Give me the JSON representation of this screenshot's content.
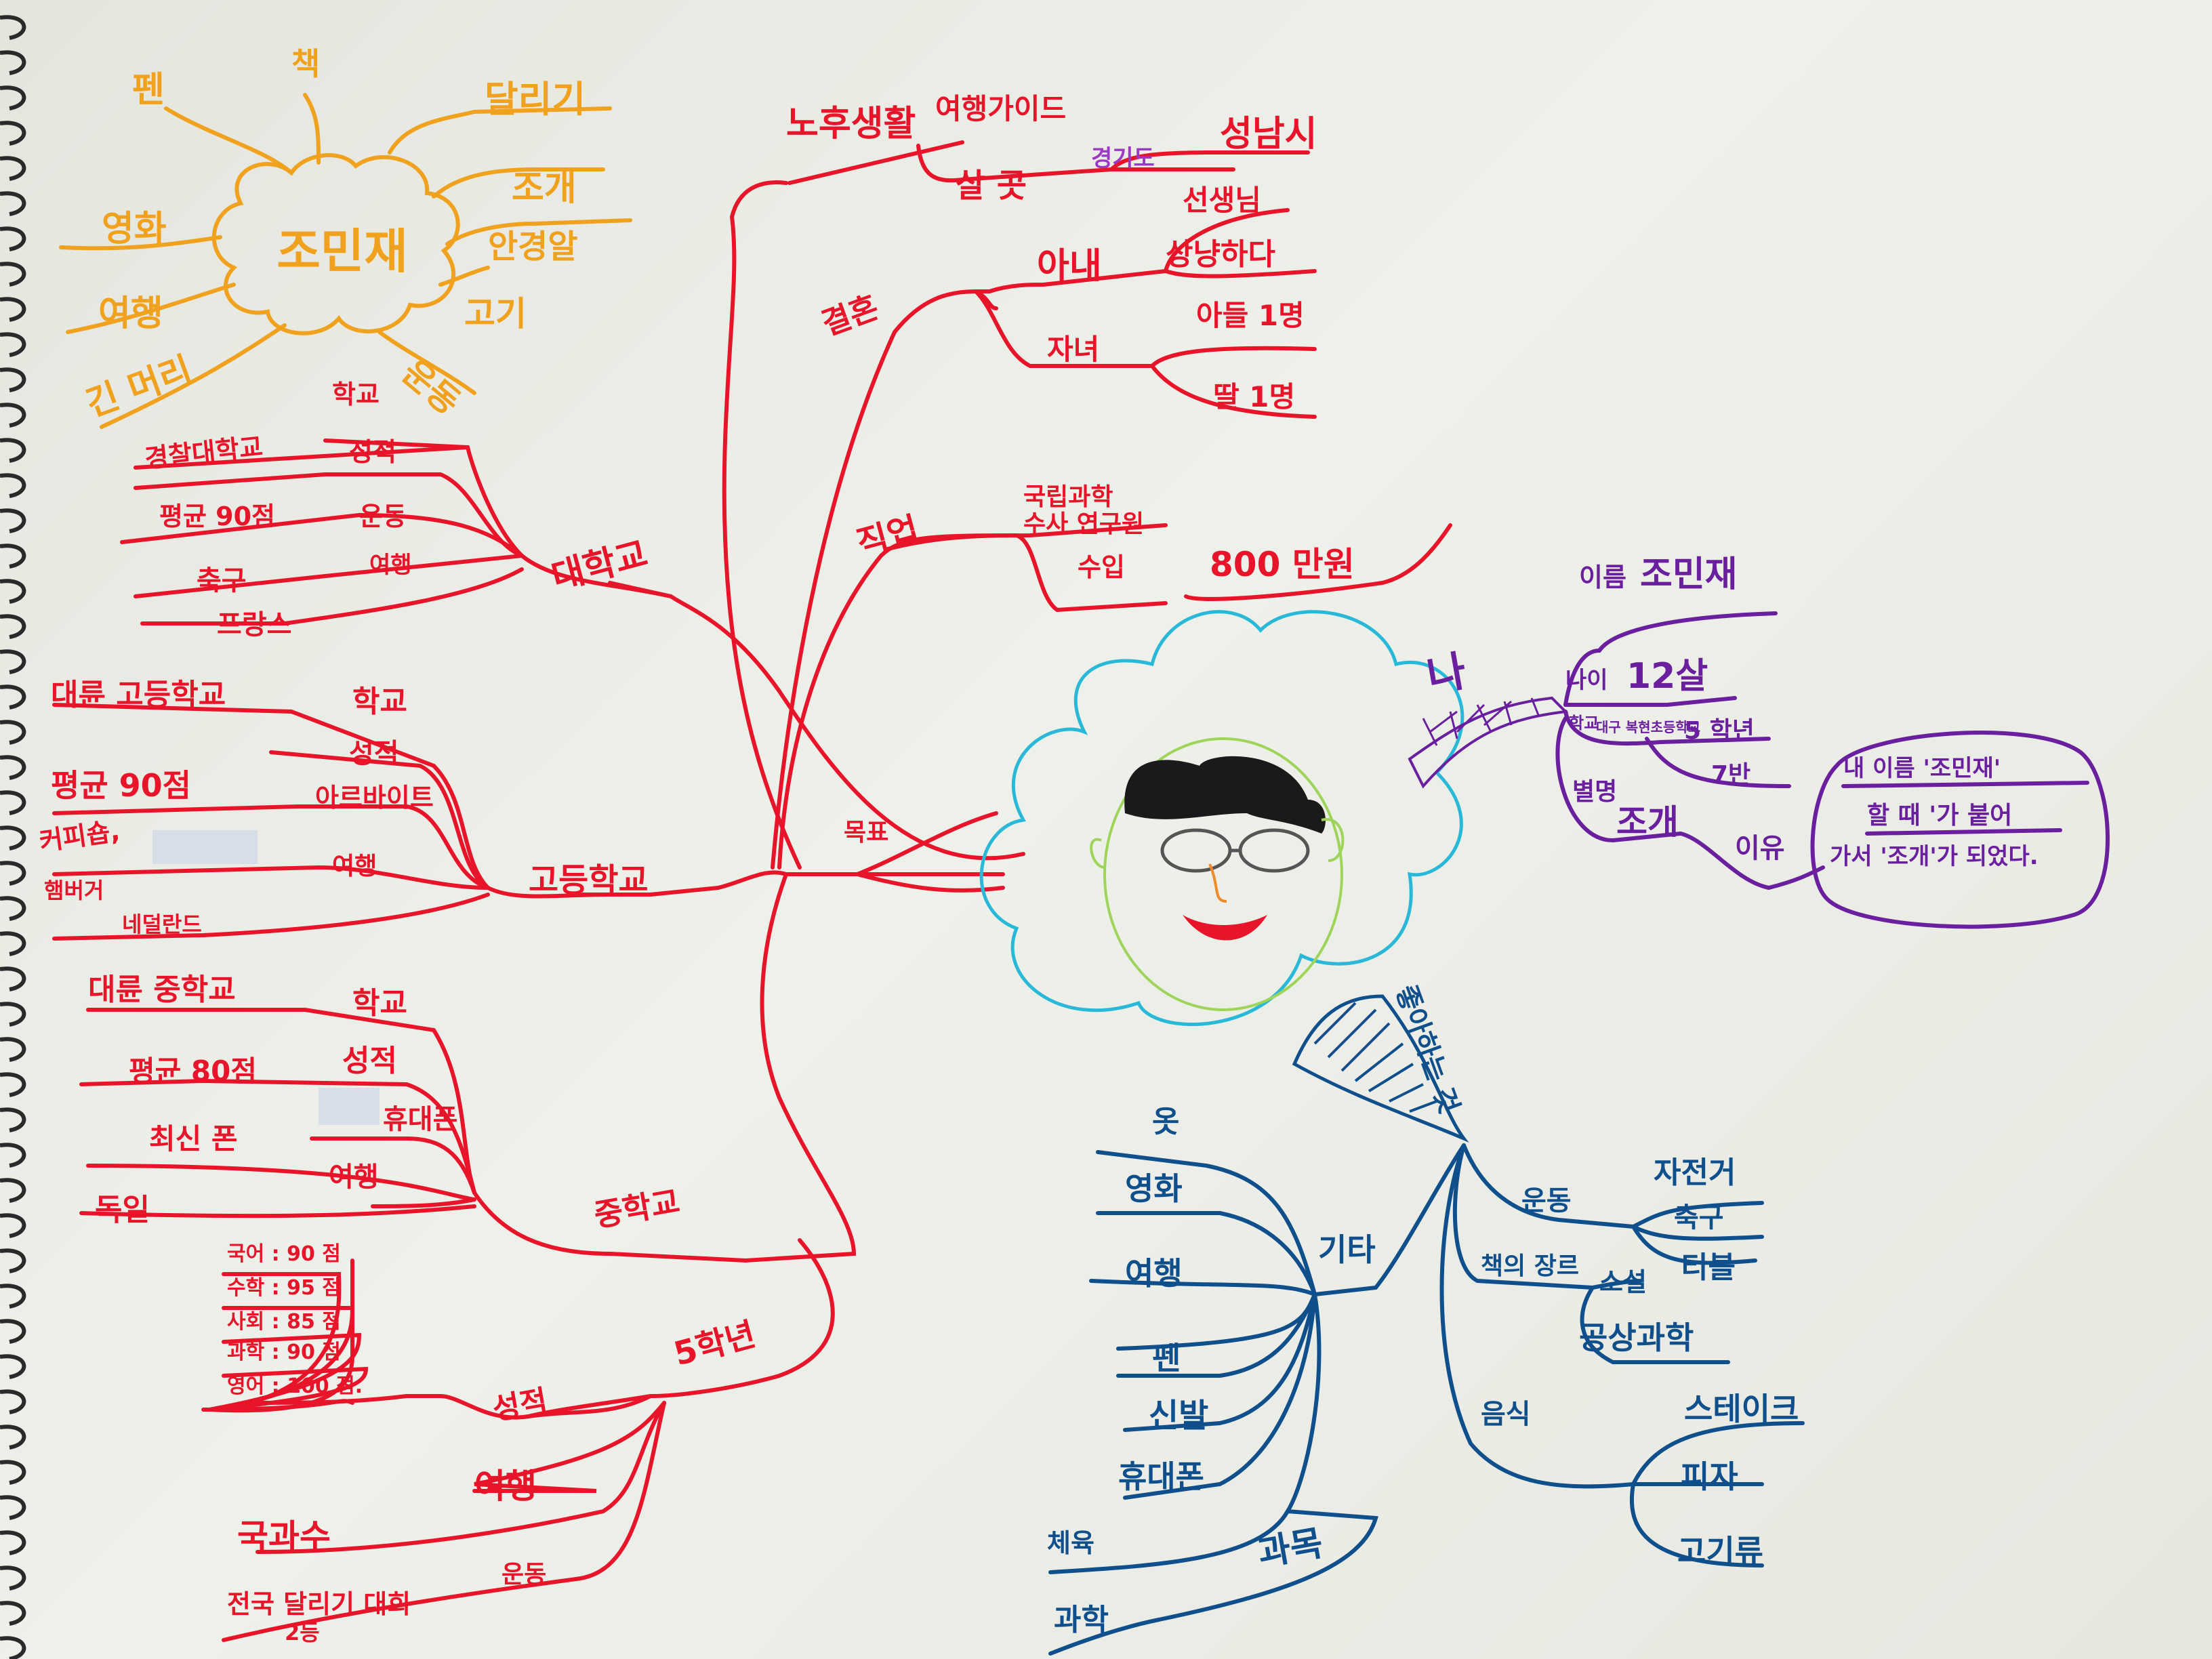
{
  "colors": {
    "paper": "#e9ebe4",
    "self_branch": "#f0a21e",
    "future_branch": "#e8152a",
    "likes_branch": "#0f4f8c",
    "profile_branch": "#6a1f9e",
    "face_cloud": "#2ab8d8"
  },
  "self_cloud": {
    "center": "조민재",
    "items": [
      "펜",
      "책",
      "달리기",
      "조개",
      "안경알",
      "고기",
      "운동",
      "긴 머리",
      "여행",
      "영화"
    ]
  },
  "future": {
    "retirement": {
      "label": "노후생활",
      "job": "여행가이드",
      "live": "살 곳",
      "province": "경기도",
      "city": "성남시"
    },
    "marriage": {
      "label": "결혼",
      "wife": "아내",
      "wife_job": "선생님",
      "wife_trait": "상냥하다",
      "kids": "자녀",
      "son": "아들 1명",
      "daughter": "딸 1명"
    },
    "job": {
      "label": "직업",
      "job_line1": "국립과학",
      "job_line2": "수사 연구원",
      "income": "수입",
      "amount": "800 만원"
    },
    "goal": "목표",
    "university": {
      "label": "대학교",
      "school_label": "학교",
      "school": "경찰대학교",
      "grade_label": "성적",
      "grade": "평균 90점",
      "sport_label": "운동",
      "sport": "축구",
      "travel_label": "여행",
      "travel": "프랑스"
    },
    "high": {
      "label": "고등학교",
      "school_label": "학교",
      "school": "대륜 고등학교",
      "grade_label": "성적",
      "grade": "평균 90점",
      "job_label": "아르바이트",
      "job1": "커피숍,",
      "job2": "햄버거",
      "travel_label": "여행",
      "travel": "네덜란드"
    },
    "middle": {
      "label": "중학교",
      "school_label": "학교",
      "school": "대륜 중학교",
      "grade_label": "성적",
      "grade": "평균 80점",
      "phone_label": "휴대폰",
      "phone": "최신 폰",
      "travel_label": "여행",
      "travel": "독일"
    },
    "grade5": {
      "label": "5학년",
      "grades_label": "성적",
      "grades": [
        "국어 : 90 점",
        "수학 : 95 점",
        "사회 : 85 점",
        "과학 : 90 점",
        "영어 : 100 점."
      ],
      "travel_label": "여행",
      "travel": "국과수",
      "sport_label": "운동",
      "sport": "전국 달리기 대회",
      "sport_rank": "2등"
    }
  },
  "profile": {
    "me": "나",
    "name_label": "이름",
    "name": "조민재",
    "age_label": "나이",
    "age": "12살",
    "school_label": "학교",
    "school_sub": "대구 복현초등학교",
    "class_year": "5 학년",
    "class_num": "7반",
    "nickname_label": "별명",
    "nickname": "조개",
    "reason_label": "이유",
    "reason_lines": [
      "내 이름 '조민재'",
      "할 때 '가 붙어",
      "가서 '조개'가 되었다."
    ]
  },
  "likes": {
    "label": "좋아하는 것",
    "etc": {
      "label": "기타",
      "items": [
        "옷",
        "영화",
        "여행",
        "펜",
        "신발",
        "휴대폰"
      ]
    },
    "sport": {
      "label": "운동",
      "items": [
        "자전거",
        "축구",
        "티볼"
      ]
    },
    "book": {
      "label": "책의 장르",
      "items": [
        "소설",
        "공상과학"
      ]
    },
    "food": {
      "label": "음식",
      "items": [
        "스테이크",
        "피자",
        "고기류"
      ]
    },
    "subject": {
      "label": "과목",
      "items": [
        "체육",
        "과학"
      ]
    }
  }
}
